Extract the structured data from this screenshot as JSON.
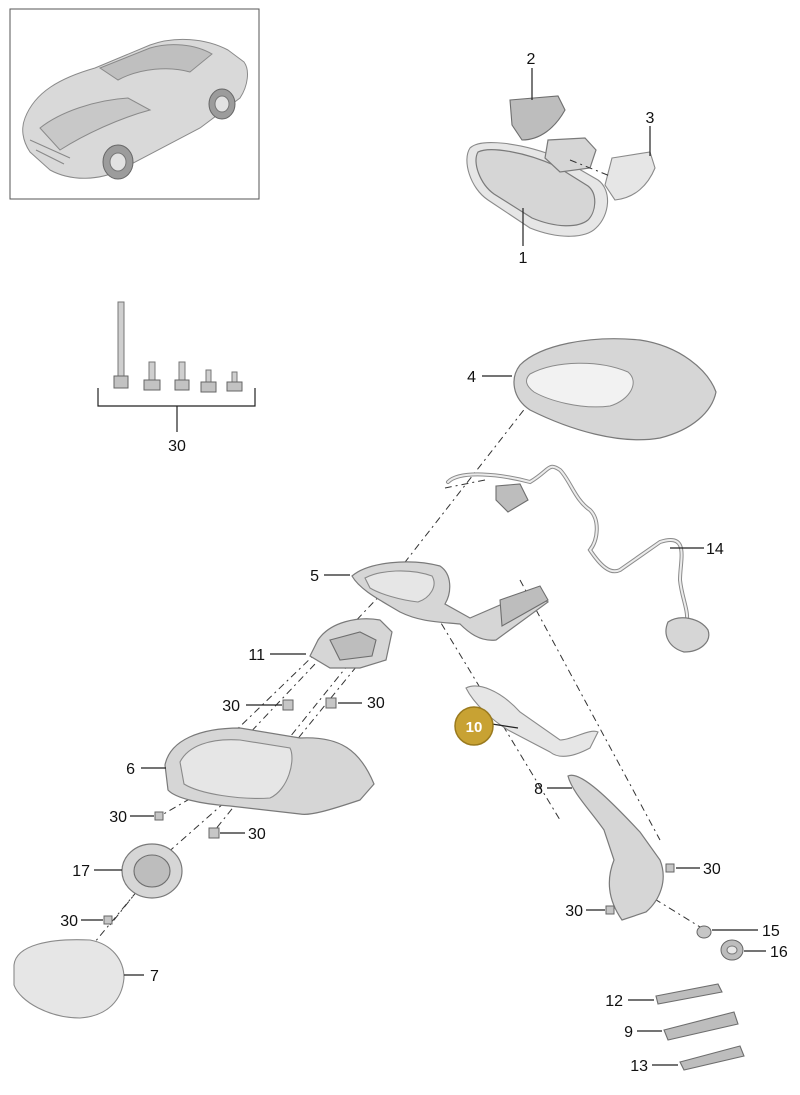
{
  "labels": {
    "p1": "1",
    "p2": "2",
    "p3": "3",
    "p4": "4",
    "p5": "5",
    "p6": "6",
    "p7": "7",
    "p8": "8",
    "p9": "9",
    "p10": "10",
    "p11": "11",
    "p12": "12",
    "p13": "13",
    "p14": "14",
    "p15": "15",
    "p16": "16",
    "p17": "17",
    "p30": "30"
  },
  "colors": {
    "highlight_badge": "#c8a233",
    "highlight_badge_border": "#9a7a1e",
    "line": "#222222",
    "part_fill": "#d6d6d6"
  },
  "icons": {
    "thumbnail": "car-thumbnail-icon"
  }
}
